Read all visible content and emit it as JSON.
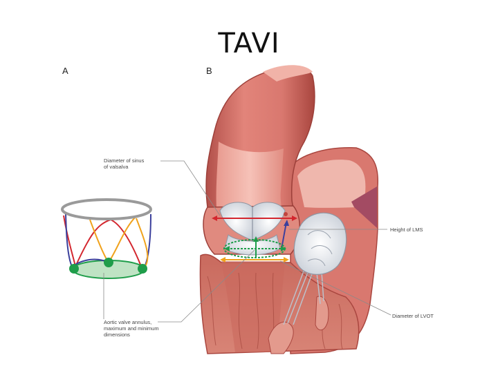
{
  "title": "TAVI",
  "panels": {
    "a": "A",
    "b": "B"
  },
  "labels": {
    "sinus_line1": "Diameter of sinus",
    "sinus_line2": "of valsalva",
    "lms": "Height of LMS",
    "lvot": "Diameter of LVOT",
    "annulus_line1": "Aortic valve annulus,",
    "annulus_line2": "maximum and minimum",
    "annulus_line3": "dimensions"
  },
  "colors": {
    "crown_ring": "#9a9a9a",
    "red_line": "#d3262e",
    "blue_line": "#3b3f9c",
    "orange_line": "#f0a21c",
    "green": "#1f9d4a",
    "annulus_fill": "#bfe3c4",
    "tissue": "#d9786f",
    "tissue_dark": "#b2504a",
    "tissue_light": "#f1b3a8",
    "leaflet": "#e6eaf0"
  }
}
